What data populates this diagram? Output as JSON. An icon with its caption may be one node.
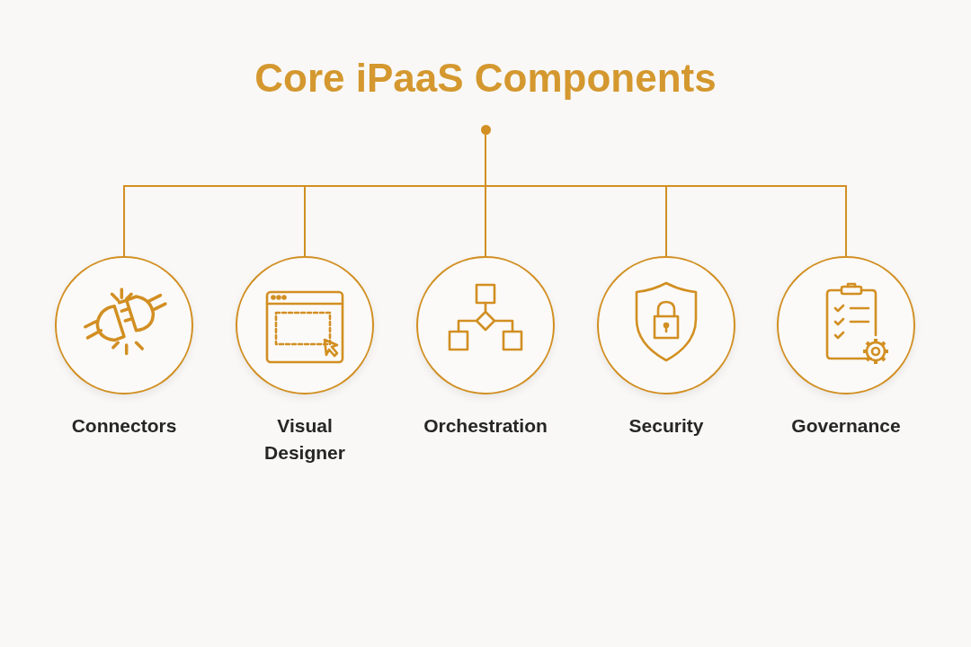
{
  "diagram": {
    "title": "Core iPaaS Components",
    "nodes": [
      {
        "text": [],
        "shape": "circle"
      },
      {
        "text": [
          "Connectors"
        ]
      },
      {
        "text": [
          "Visual Designer"
        ]
      },
      {
        "text": [
          "Orchestration"
        ]
      },
      {
        "text": [
          "Security"
        ]
      },
      {
        "text": [
          "Governance"
        ]
      }
    ],
    "edges": [
      {
        "from": 0,
        "to": 1,
        "arrow": "none"
      },
      {
        "from": 0,
        "to": 2,
        "arrow": "none"
      },
      {
        "from": 0,
        "to": 3,
        "arrow": "none"
      },
      {
        "from": 0,
        "to": 4,
        "arrow": "none"
      },
      {
        "from": 0,
        "to": 5,
        "arrow": "none"
      }
    ]
  }
}
